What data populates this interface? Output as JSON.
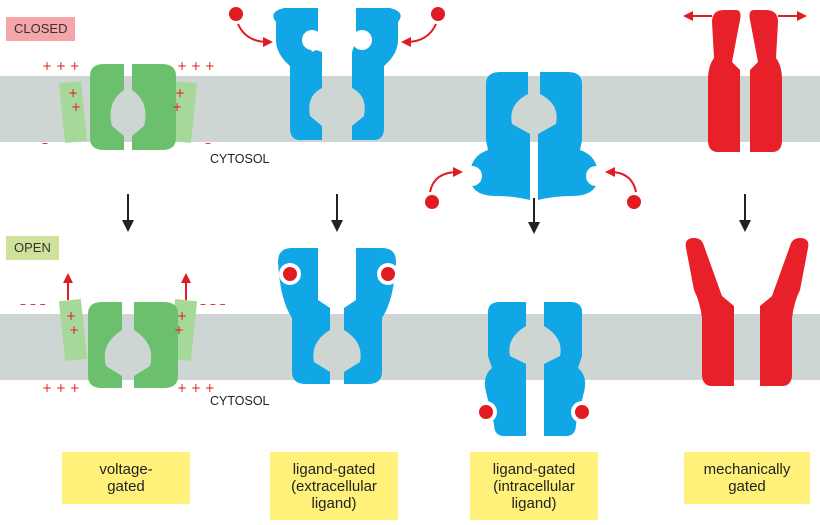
{
  "states": {
    "closed": "CLOSED",
    "open": "OPEN"
  },
  "cytosol_label": "CYTOSOL",
  "charges": {
    "plus_row": "+ + +",
    "minus_row": "– – –",
    "plus": "+",
    "minus": "–"
  },
  "captions": {
    "voltage": "voltage-\ngated",
    "ligand_extra": "ligand-gated\n(extracellular\nligand)",
    "ligand_intra": "ligand-gated\n(intracellular\nligand)",
    "mechanical": "mechanically\ngated"
  },
  "colors": {
    "membrane": "#cdd6d2",
    "voltage_channel": "#6cbf6c",
    "voltage_sensor": "#a6d89a",
    "ligand_channel": "#11a6e6",
    "mechanical_channel": "#e8202a",
    "ligand": "#e11b22",
    "closed_tag": "#f4a6a9",
    "open_tag": "#cfe29a",
    "caption_box": "#fff17a"
  }
}
